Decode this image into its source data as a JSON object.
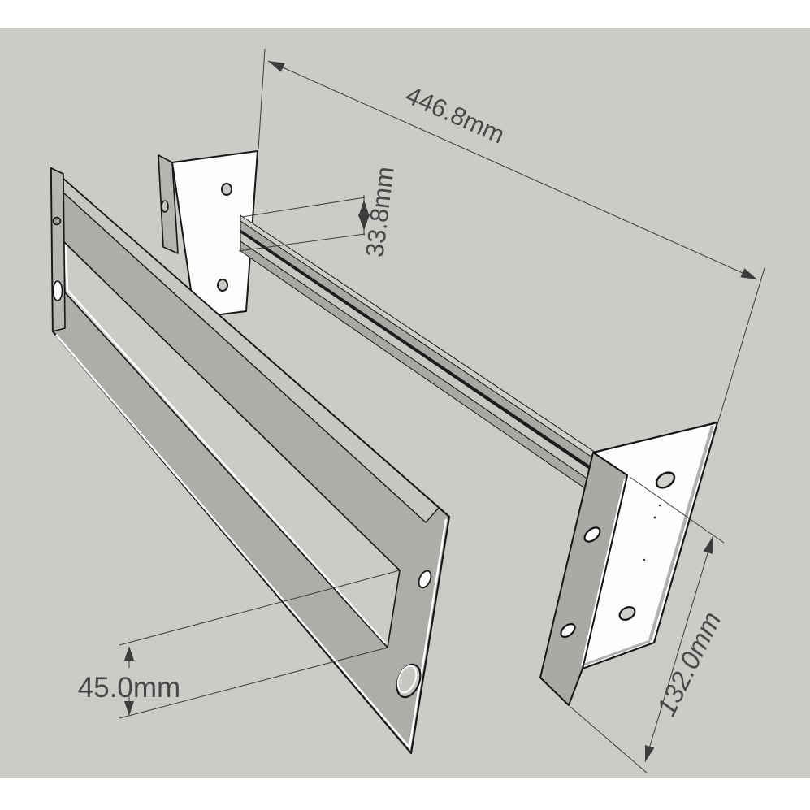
{
  "drawing": {
    "type": "cad-isometric-dimensioned-drawing",
    "parts": [
      "front-panel-with-slot",
      "left-bracket-plate",
      "right-bracket-plate",
      "connecting-rail"
    ],
    "dimensions": {
      "total_length": {
        "label": "446.8mm",
        "value": 446.8,
        "unit": "mm"
      },
      "rail_height": {
        "label": "33.8mm",
        "value": 33.8,
        "unit": "mm"
      },
      "slot_width": {
        "label": "45.0mm",
        "value": 45.0,
        "unit": "mm"
      },
      "bracket_width": {
        "label": "132.0mm",
        "value": 132.0,
        "unit": "mm"
      }
    }
  },
  "colors": {
    "page_background": "#ffffff",
    "canvas_background": "#cbcbc7",
    "face_white": "#fdfdfd",
    "face_light": "#c7c7c3",
    "face_mid": "#adadaa",
    "face_rail_front": "#a8a8a5",
    "edge_line": "#161616",
    "dimension_line": "#3b3b3b",
    "dimension_text": "#484848"
  }
}
